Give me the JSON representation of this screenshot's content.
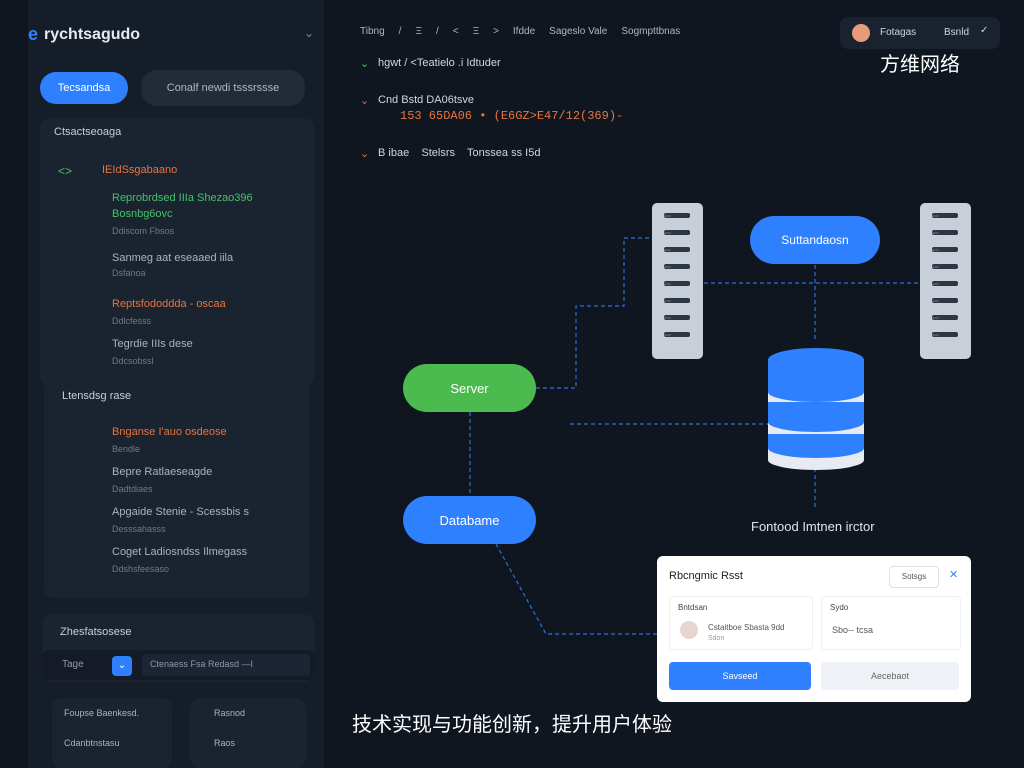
{
  "app": {
    "brand": "rychtsagudo",
    "watermark": "方维网络",
    "caption": "技术实现与功能创新，提升用户体验"
  },
  "sidebar": {
    "primary_button": "Tecsandsa",
    "secondary_button": "Conalf newdi tsssrssse",
    "panel1": {
      "title": "Ctsactseoaga",
      "header": "IEIdSsgabaano",
      "items": [
        {
          "title": "Reprobrdsed IIIa  Shezao396",
          "title2": "Bosnbg6ovc",
          "sub": "Ddiscom Fbsos",
          "color": "green"
        },
        {
          "title": "Sanmeg aat eseaaed iila",
          "sub": "Dsfanoa",
          "color": "grey"
        },
        {
          "title": "Reptsfododdda - oscaa",
          "sub": "Ddlcfesss",
          "color": "orange"
        },
        {
          "title": "Tegrdie IIIs dese",
          "sub": "Ddcsobssl",
          "color": "grey"
        }
      ]
    },
    "panel2": {
      "title": "Ltensdsg rase",
      "items": [
        {
          "title": "Bnganse I'auo  osdeose",
          "sub": "Bendle",
          "color": "orange"
        },
        {
          "title": "Bepre Ratlaeseagde",
          "sub": "Dadtdiaes",
          "color": "grey"
        },
        {
          "title": "Apgaide Stenie - Scessbis s",
          "sub": "Desssahasss",
          "color": "grey"
        },
        {
          "title": "Coget Ladiosndss Ilmegass",
          "sub": "Ddshsfeesaso",
          "color": "grey"
        }
      ]
    },
    "panel3": {
      "title": "Zhesfatsosese",
      "field_prefix": "Tage",
      "field_value": "Ctenaess Fsa Redasd —I"
    },
    "bottom": {
      "a": "Foupse Baenkesd.",
      "b": "Rasnod",
      "c": "Cdanbtnstasu",
      "d": "Raos"
    }
  },
  "top": {
    "breadcrumb": [
      "Tibng",
      "/",
      "Ξ",
      "/",
      "<",
      "Ξ",
      ">",
      "Ifdde",
      "Sageslo Vale",
      "Sogmpttbnas"
    ],
    "line1": "hgwt / <Teatielo .i Idtuder",
    "line2a": "Cnd Bstd DA06tsve",
    "line2b": "153 65DA06 • (E6GZ>E47/12(369)-",
    "line3": "B ibae    Stelsrs    Tonssea ss I5d",
    "user": "Fotagas",
    "user_role": "Bsnld"
  },
  "diagram": {
    "server": "Server",
    "database": "Databame",
    "service": "Suttandaosn",
    "storage_caption": "Fontood Imtnen irctor",
    "rack_slot_label": "ooo"
  },
  "dialog": {
    "title": "Rbcngmic Rsst",
    "top_button": "Sotsgs",
    "col1_label": "Bntdsan",
    "col1_text": "Cstaitboe Sbasta 9dd",
    "col1_sub": "Sdon",
    "col2_label": "Sydo",
    "col2_text": "Sbo-- tcsa",
    "primary": "Savseed",
    "secondary": "Aecebaot"
  }
}
